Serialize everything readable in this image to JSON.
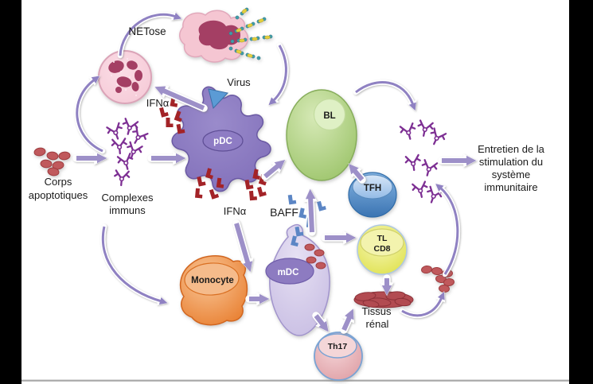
{
  "diagram": {
    "background": "#000000",
    "panel": "#ffffff",
    "labels": {
      "netose": "NETose",
      "virus": "Virus",
      "ifn_alpha_upper": "IFNα",
      "ifn_alpha_lower": "IFNα",
      "baff": "BAFF",
      "corps_apoptotiques": [
        "Corps",
        "apoptotiques"
      ],
      "complexes_immuns": [
        "Complexes",
        "immuns"
      ],
      "tissus_renal": [
        "Tissus",
        "rénal"
      ],
      "entretien": [
        "Entretien de la",
        "stimulation du",
        "système",
        "immunitaire"
      ]
    },
    "cells": {
      "pdc": "pDC",
      "bl": "BL",
      "tfh": "TFH",
      "tl_cd8": [
        "TL",
        "CD8"
      ],
      "monocyte": "Monocyte",
      "mdc": "mDC",
      "th17": "Th17"
    },
    "colors": {
      "arrow_core": "#9d90c8",
      "arrow_casing": "#ffffff",
      "antibody": "#7d2f93",
      "ifn_molecule": "#a32327",
      "baff_molecule": "#5c86c5",
      "apoptotic_body": "#c0595c",
      "apoptotic_border": "#9e3c3f",
      "pdc_fill": "#7f6db8",
      "bl_fill": "#9cc46a",
      "tfh_fill": "#3b74b2",
      "tl_cd8_fill": "#dfe14c",
      "monocyte_fill": "#e87e2f",
      "mdc_fill": "#c6bbe2",
      "th17_fill": "#dfa0a6",
      "th17_ring": "#7aa3d4",
      "neutrophil_fill": "#f5c9d6",
      "nucleus": "#a43f64",
      "net_bead": "#3f9dab",
      "net_link": "#e3cf3e",
      "tissue_fill": "#b24b51",
      "virus_fill": "#5b9bd5",
      "label_text": "#1a1a1a"
    }
  }
}
